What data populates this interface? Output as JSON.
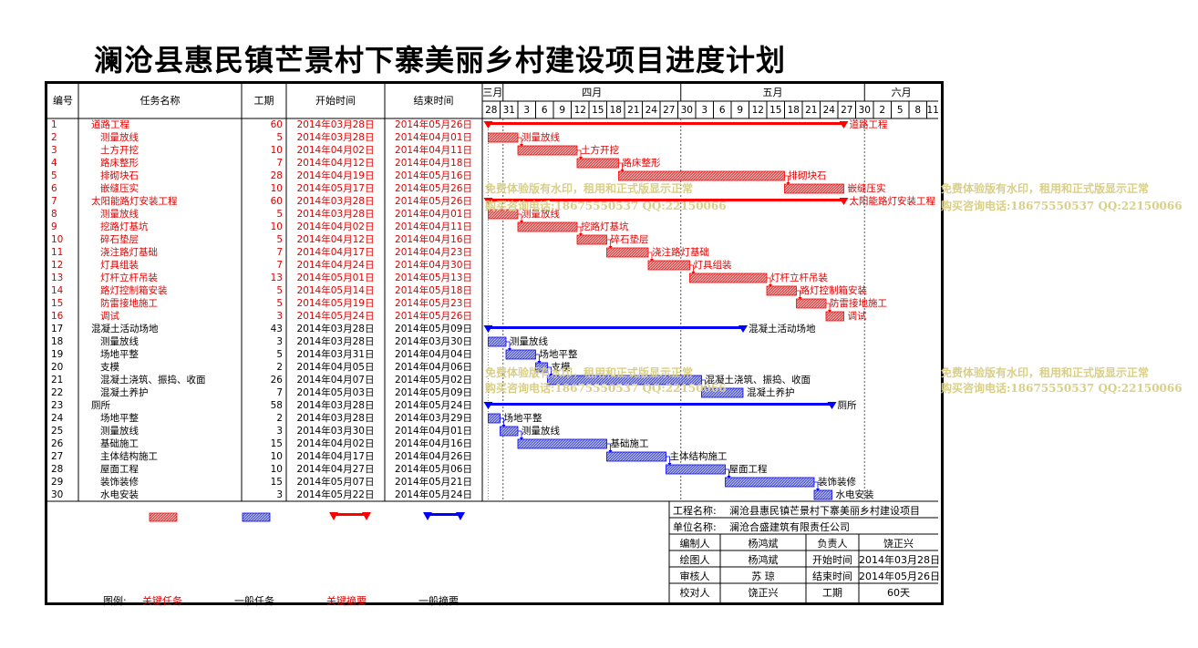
{
  "title": "澜沧县惠民镇芒景村下寨美丽乡村建设项目进度计划",
  "columns": {
    "id": "编号",
    "name": "任务名称",
    "duration": "工期",
    "start": "开始时间",
    "end": "结束时间"
  },
  "months": [
    "三月",
    "四月",
    "五月",
    "六月"
  ],
  "day_ticks": [
    "28",
    "31",
    "3",
    "6",
    "9",
    "12",
    "15",
    "18",
    "21",
    "24",
    "27",
    "30",
    "3",
    "6",
    "9",
    "12",
    "15",
    "18",
    "21",
    "24",
    "27",
    "30",
    "2",
    "5",
    "8",
    "11"
  ],
  "tasks": [
    {
      "id": "1",
      "name": "道路工程",
      "indent": false,
      "duration": "60",
      "start": "2014年03月28日",
      "end": "2014年05月26日",
      "kind": "summary",
      "critical": true,
      "label": "道路工程"
    },
    {
      "id": "2",
      "name": "测量放线",
      "indent": true,
      "duration": "5",
      "start": "2014年03月28日",
      "end": "2014年04月01日",
      "kind": "task",
      "critical": true,
      "label": "测量放线"
    },
    {
      "id": "3",
      "name": "土方开挖",
      "indent": true,
      "duration": "10",
      "start": "2014年04月02日",
      "end": "2014年04月11日",
      "kind": "task",
      "critical": true,
      "label": "土方开挖"
    },
    {
      "id": "4",
      "name": "路床整形",
      "indent": true,
      "duration": "7",
      "start": "2014年04月12日",
      "end": "2014年04月18日",
      "kind": "task",
      "critical": true,
      "label": "路床整形"
    },
    {
      "id": "5",
      "name": "排砌块石",
      "indent": true,
      "duration": "28",
      "start": "2014年04月19日",
      "end": "2014年05月16日",
      "kind": "task",
      "critical": true,
      "label": "排砌块石"
    },
    {
      "id": "6",
      "name": "嵌缝压实",
      "indent": true,
      "duration": "10",
      "start": "2014年05月17日",
      "end": "2014年05月26日",
      "kind": "task",
      "critical": true,
      "label": "嵌缝压实"
    },
    {
      "id": "7",
      "name": "太阳能路灯安装工程",
      "indent": false,
      "duration": "60",
      "start": "2014年03月28日",
      "end": "2014年05月26日",
      "kind": "summary",
      "critical": true,
      "label": "太阳能路灯安装工程"
    },
    {
      "id": "8",
      "name": "测量放线",
      "indent": true,
      "duration": "5",
      "start": "2014年03月28日",
      "end": "2014年04月01日",
      "kind": "task",
      "critical": true,
      "label": "测量放线"
    },
    {
      "id": "9",
      "name": "挖路灯基坑",
      "indent": true,
      "duration": "10",
      "start": "2014年04月02日",
      "end": "2014年04月11日",
      "kind": "task",
      "critical": true,
      "label": "挖路灯基坑"
    },
    {
      "id": "10",
      "name": "碎石垫层",
      "indent": true,
      "duration": "5",
      "start": "2014年04月12日",
      "end": "2014年04月16日",
      "kind": "task",
      "critical": true,
      "label": "碎石垫层"
    },
    {
      "id": "11",
      "name": "浇注路灯基础",
      "indent": true,
      "duration": "7",
      "start": "2014年04月17日",
      "end": "2014年04月23日",
      "kind": "task",
      "critical": true,
      "label": "浇注路灯基础"
    },
    {
      "id": "12",
      "name": "灯具组装",
      "indent": true,
      "duration": "7",
      "start": "2014年04月24日",
      "end": "2014年04月30日",
      "kind": "task",
      "critical": true,
      "label": "灯具组装"
    },
    {
      "id": "13",
      "name": "灯杆立杆吊装",
      "indent": true,
      "duration": "13",
      "start": "2014年05月01日",
      "end": "2014年05月13日",
      "kind": "task",
      "critical": true,
      "label": "灯杆立杆吊装"
    },
    {
      "id": "14",
      "name": "路灯控制箱安装",
      "indent": true,
      "duration": "5",
      "start": "2014年05月14日",
      "end": "2014年05月18日",
      "kind": "task",
      "critical": true,
      "label": "路灯控制箱安装"
    },
    {
      "id": "15",
      "name": "防雷接地施工",
      "indent": true,
      "duration": "5",
      "start": "2014年05月19日",
      "end": "2014年05月23日",
      "kind": "task",
      "critical": true,
      "label": "防雷接地施工"
    },
    {
      "id": "16",
      "name": "调试",
      "indent": true,
      "duration": "3",
      "start": "2014年05月24日",
      "end": "2014年05月26日",
      "kind": "task",
      "critical": true,
      "label": "调试"
    },
    {
      "id": "17",
      "name": "混凝土活动场地",
      "indent": false,
      "duration": "43",
      "start": "2014年03月28日",
      "end": "2014年05月09日",
      "kind": "summary",
      "critical": false,
      "label": "混凝土活动场地"
    },
    {
      "id": "18",
      "name": "测量放线",
      "indent": true,
      "duration": "3",
      "start": "2014年03月28日",
      "end": "2014年03月30日",
      "kind": "task",
      "critical": false,
      "label": "测量放线"
    },
    {
      "id": "19",
      "name": "场地平整",
      "indent": true,
      "duration": "5",
      "start": "2014年03月31日",
      "end": "2014年04月04日",
      "kind": "task",
      "critical": false,
      "label": "场地平整"
    },
    {
      "id": "20",
      "name": "支模",
      "indent": true,
      "duration": "2",
      "start": "2014年04月05日",
      "end": "2014年04月06日",
      "kind": "task",
      "critical": false,
      "label": "支模"
    },
    {
      "id": "21",
      "name": "混凝土浇筑、振捣、收面",
      "indent": true,
      "duration": "26",
      "start": "2014年04月07日",
      "end": "2014年05月02日",
      "kind": "task",
      "critical": false,
      "label": "混凝土浇筑、振捣、收面"
    },
    {
      "id": "22",
      "name": "混凝土养护",
      "indent": true,
      "duration": "7",
      "start": "2014年05月03日",
      "end": "2014年05月09日",
      "kind": "task",
      "critical": false,
      "label": "混凝土养护"
    },
    {
      "id": "23",
      "name": "厕所",
      "indent": false,
      "duration": "58",
      "start": "2014年03月28日",
      "end": "2014年05月24日",
      "kind": "summary",
      "critical": false,
      "label": "厕所"
    },
    {
      "id": "24",
      "name": "场地平整",
      "indent": true,
      "duration": "2",
      "start": "2014年03月28日",
      "end": "2014年03月29日",
      "kind": "task",
      "critical": false,
      "label": "场地平整"
    },
    {
      "id": "25",
      "name": "测量放线",
      "indent": true,
      "duration": "3",
      "start": "2014年03月30日",
      "end": "2014年04月01日",
      "kind": "task",
      "critical": false,
      "label": "测量放线"
    },
    {
      "id": "26",
      "name": "基础施工",
      "indent": true,
      "duration": "15",
      "start": "2014年04月02日",
      "end": "2014年04月16日",
      "kind": "task",
      "critical": false,
      "label": "基础施工"
    },
    {
      "id": "27",
      "name": "主体结构施工",
      "indent": true,
      "duration": "10",
      "start": "2014年04月17日",
      "end": "2014年04月26日",
      "kind": "task",
      "critical": false,
      "label": "主体结构施工"
    },
    {
      "id": "28",
      "name": "屋面工程",
      "indent": true,
      "duration": "10",
      "start": "2014年04月27日",
      "end": "2014年05月06日",
      "kind": "task",
      "critical": false,
      "label": "屋面工程"
    },
    {
      "id": "29",
      "name": "装饰装修",
      "indent": true,
      "duration": "15",
      "start": "2014年05月07日",
      "end": "2014年05月21日",
      "kind": "task",
      "critical": false,
      "label": "装饰装修"
    },
    {
      "id": "30",
      "name": "水电安装",
      "indent": true,
      "duration": "3",
      "start": "2014年05月22日",
      "end": "2014年05月24日",
      "kind": "task",
      "critical": false,
      "label": "水电安装"
    }
  ],
  "legend": {
    "prefix": "图例:",
    "critical_task": "关键任务",
    "normal_task": "一般任务",
    "critical_summary": "关键摘要",
    "normal_summary": "一般摘要"
  },
  "info": {
    "project_label": "工程名称:",
    "project_name": "澜沧县惠民镇芒景村下寨美丽乡村建设项目",
    "unit_label": "单位名称:",
    "unit_name": "澜沧合盛建筑有限责任公司",
    "compiler_label": "编制人",
    "compiler": "杨鸿斌",
    "manager_label": "负责人",
    "manager": "饶正兴",
    "drawer_label": "绘图人",
    "drawer": "杨鸿斌",
    "start_label": "开始时间",
    "start": "2014年03月28日",
    "reviewer_label": "审核人",
    "reviewer": "苏  琼",
    "end_label": "结束时间",
    "end": "2014年05月26日",
    "checker_label": "校对人",
    "checker": "饶正兴",
    "period_label": "工期",
    "period": "60天"
  },
  "watermark": {
    "line1": "免费体验版有水印，租用和正式版显示正常",
    "line2": "购买咨询电话:18675550537 QQ:22150066"
  },
  "colors": {
    "critical": "#ff0000",
    "critical_fill": "#e05050",
    "normal": "#0000ff",
    "normal_fill": "#5a62d8",
    "grid": "#000000",
    "watermark": "#d9cf87"
  },
  "chart_data": {
    "type": "gantt",
    "title": "澜沧县惠民镇芒景村下寨美丽乡村建设项目进度计划",
    "x_axis": "date",
    "xlim": [
      "2014-03-27",
      "2014-06-12"
    ],
    "months": [
      "三月",
      "四月",
      "五月",
      "六月"
    ],
    "day_ticks": [
      "28",
      "31",
      "3",
      "6",
      "9",
      "12",
      "15",
      "18",
      "21",
      "24",
      "27",
      "30",
      "3",
      "6",
      "9",
      "12",
      "15",
      "18",
      "21",
      "24",
      "27",
      "30",
      "2",
      "5",
      "8",
      "11"
    ],
    "today_line": "2014-03-28",
    "grid": true
  }
}
